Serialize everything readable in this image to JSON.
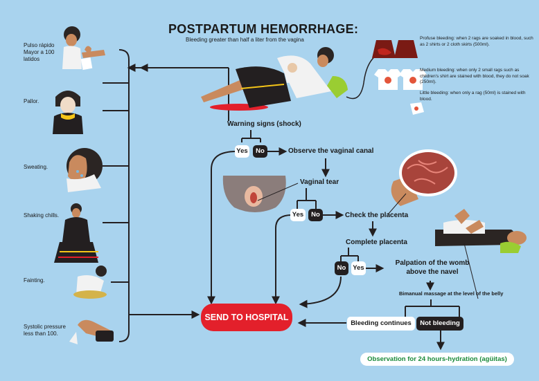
{
  "title": "POSTPARTUM HEMORRHAGE:",
  "subtitle": "Bleeding greater than half a liter from the vagina",
  "warning_signs_label": "Warning signs (shock)",
  "signs": [
    "Pulso rápido Mayor a 100 latidos",
    "Pallor.",
    "Sweating.",
    "Shaking chills.",
    "Fainting.",
    "Systolic pressure less than 100."
  ],
  "severity": [
    "Profuse bleeding: when 2 rags are soaked in blood, such as 2 shirts or 2 cloth skirts (500ml).",
    "Medium bleeding: when only 2 small rags such as children's shirt are stained with blood, they do not soak (250ml).",
    "Little bleeding: when only a rag (50ml) is stained with blood."
  ],
  "yes_label": "Yes",
  "no_label": "No",
  "steps": {
    "observe": "Observe the vaginal canal",
    "vaginal_tear": "Vaginal tear",
    "check_placenta": "Check the placenta",
    "complete_placenta": "Complete placenta",
    "palpation": "Palpation of the womb above the navel",
    "massage": "Bimanual massage at the level of the belly"
  },
  "bleeding_continues": "Bleeding continues",
  "not_bleeding": "Not bleeding",
  "send_to_hospital": "SEND TO HOSPITAL",
  "observation": "Observation for 24 hours-hydration (agüitas)",
  "colors": {
    "background": "#a9d3ee",
    "hospital_red": "#e3202b",
    "observation_green": "#1a8a3a",
    "dark": "#231f20"
  },
  "icons": [
    "pulse-check-illustration",
    "pale-woman-illustration",
    "sweating-woman-illustration",
    "shivering-woman-illustration",
    "fainting-woman-illustration",
    "blood-pressure-illustration",
    "postpartum-woman-illustration",
    "soaked-skirt-icon",
    "stained-shirt-icon",
    "small-rag-icon",
    "vaginal-canal-illustration",
    "placenta-illustration",
    "bimanual-massage-illustration"
  ]
}
